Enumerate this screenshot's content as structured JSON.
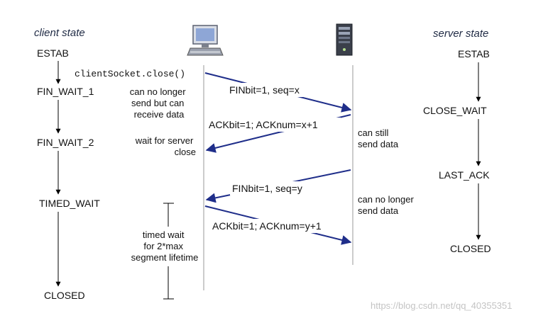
{
  "headers": {
    "client_state": "client state",
    "server_state": "server state"
  },
  "client_states": [
    "ESTAB",
    "FIN_WAIT_1",
    "FIN_WAIT_2",
    "TIMED_WAIT",
    "CLOSED"
  ],
  "server_states": [
    "ESTAB",
    "CLOSE_WAIT",
    "LAST_ACK",
    "CLOSED"
  ],
  "call": "clientSocket.close()",
  "messages": {
    "fin_client": "FINbit=1, seq=x",
    "ack_server": "ACKbit=1; ACKnum=x+1",
    "fin_server": "FINbit=1, seq=y",
    "ack_client": "ACKbit=1; ACKnum=y+1"
  },
  "notes": {
    "no_longer_send_recv": [
      "can no longer",
      "send but can",
      "receive data"
    ],
    "wait_for_close": [
      "wait for server",
      "close"
    ],
    "can_still_send": [
      "can still",
      "send data"
    ],
    "no_longer_send": [
      "can no longer",
      "send data"
    ],
    "timed_wait": [
      "timed wait",
      "for 2*max",
      "segment lifetime"
    ]
  },
  "icons": {
    "client": "desktop-computer-icon",
    "server": "server-tower-icon"
  },
  "colors": {
    "message_arrow": "#1f2e8a",
    "state_arrow": "#000000",
    "header_text": "#1f2a44"
  },
  "watermark": "https://blog.csdn.net/qq_40355351"
}
